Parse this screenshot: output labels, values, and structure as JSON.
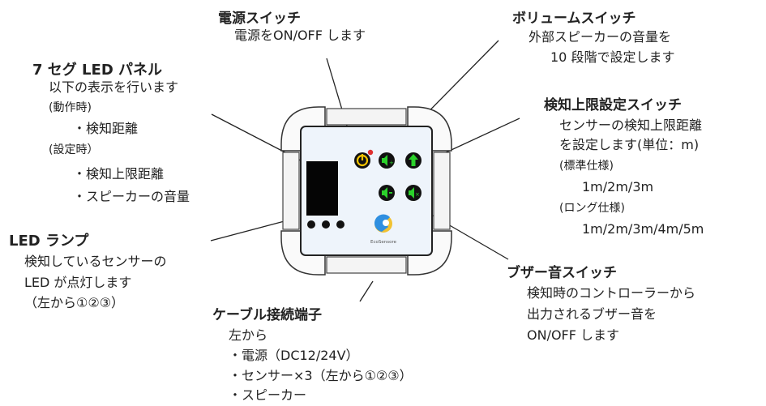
{
  "power_switch": {
    "title": "電源スイッチ",
    "desc": "電源をON/OFF します"
  },
  "volume_switch": {
    "title": "ボリュームスイッチ",
    "desc1": "外部スピーカーの音量を",
    "desc2": "10 段階で設定します"
  },
  "seg_panel": {
    "title": "7 セグ LED パネル",
    "line1": "以下の表示を行います",
    "line2": "(動作時)",
    "line3": "・検知距離",
    "line4": "(設定時）",
    "line5": "・検知上限距離",
    "line6": "・スピーカーの音量"
  },
  "limit_switch": {
    "title": "検知上限設定スイッチ",
    "line1": "センサーの検知上限距離",
    "line2": "を設定します(単位：m)",
    "line3": "(標準仕様)",
    "line4": "1m/2m/3m",
    "line5": "(ロング仕様)",
    "line6": "1m/2m/3m/4m/5m"
  },
  "led_lamp": {
    "title": "LED ランプ",
    "line1": "検知しているセンサーの",
    "line2": "LED が点灯します",
    "line3": "（左から①②③）"
  },
  "buzzer_switch": {
    "title": "ブザー音スイッチ",
    "line1": "検知時のコントローラーから",
    "line2": "出力されるブザー音を",
    "line3": "ON/OFF します"
  },
  "cable_terminal": {
    "title": "ケーブル接続端子",
    "line1": "左から",
    "line2": "・電源（DC12/24V）",
    "line3": "・センサー×3（左から①②③）",
    "line4": "・スピーカー"
  },
  "device": {
    "logo_text": "EcoSensore"
  },
  "colors": {
    "power_btn": "#f5c400",
    "green": "#2bd12b",
    "dark": "#111111",
    "face": "#eef4fb",
    "led_red": "#e03030",
    "logo_blue": "#2f8fe0",
    "logo_yellow": "#f1c232"
  }
}
